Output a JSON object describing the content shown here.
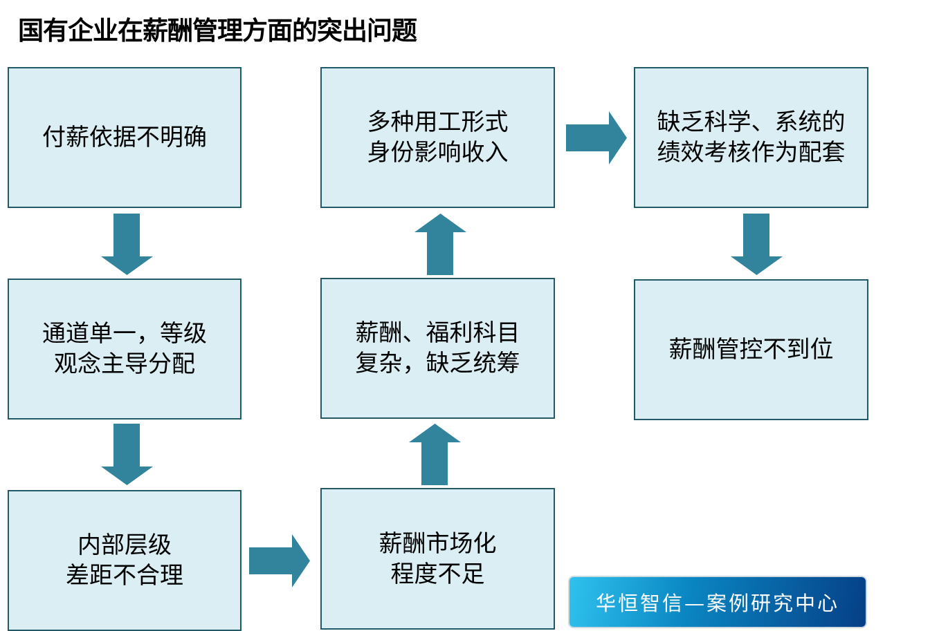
{
  "title": "国有企业在薪酬管理方面的突出问题",
  "boxes": {
    "b1": "付薪依据不明确",
    "b2": "通道单一，等级\n观念主导分配",
    "b3": "内部层级\n差距不合理",
    "b4": "薪酬市场化\n程度不足",
    "b5": "薪酬、福利科目\n复杂，缺乏统筹",
    "b6": "多种用工形式\n身份影响收入",
    "b7": "缺乏科学、系统的\n绩效考核作为配套",
    "b8": "薪酬管控不到位"
  },
  "logo": "华恒智信—案例研究中心",
  "colors": {
    "box_fill": "#daeef3",
    "box_border": "#215967",
    "arrow": "#31849b"
  }
}
